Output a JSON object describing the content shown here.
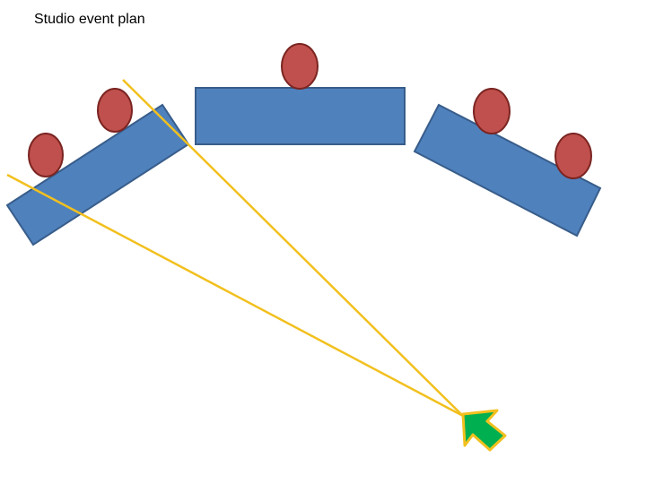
{
  "title": "Studio event plan",
  "colors": {
    "table_fill": "#4f81bd",
    "table_stroke": "#385d8a",
    "person_fill": "#c0504d",
    "person_stroke": "#7a2421",
    "sightline": "#f2c01e",
    "camera_fill": "#00b050",
    "camera_stroke": "#f2c01e"
  },
  "elements": {
    "tables": [
      "left-table",
      "center-table",
      "right-table"
    ],
    "people": [
      "left-person-1",
      "left-person-2",
      "center-person",
      "right-person-1",
      "right-person-2"
    ],
    "camera": "camera-arrow-icon",
    "sightlines": [
      "sightline-upper",
      "sightline-lower"
    ]
  }
}
